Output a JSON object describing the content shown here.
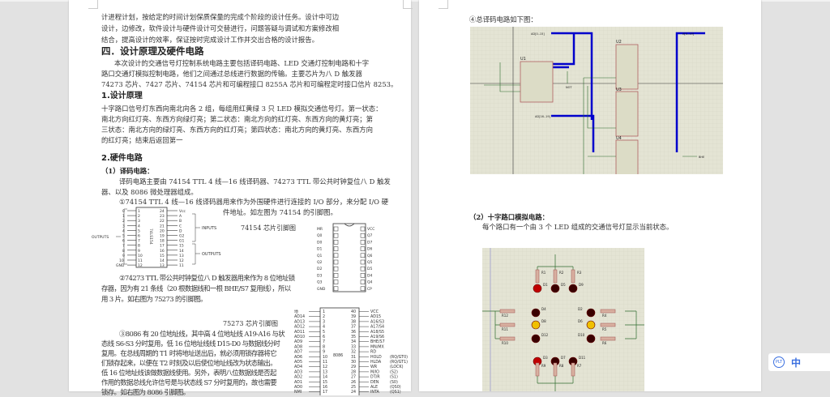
{
  "page1": {
    "intro_lines": [
      "计进程计划，按给定的时间计划保质保量的完成个阶段的设计任务。设计中可边",
      "设计，边修改，软件设计与硬件设计可交替进行，问题答疑与调试和方案修改相",
      "结合，提高设计的效率，保证按时完成设计工作并交出合格的设计报告。"
    ],
    "section_title": "四．设计原理及硬件电路",
    "section_lines": [
      "本次设计的交通信号灯控制系统电路主要包括译码电路、LED 交通灯控制电路和十字",
      "路口交通灯模拟控制电路，他们之间通过总线进行数据的传输。主要芯片为八 D 触发器",
      "74273 芯片、7427 芯片、74154 芯片和可编程接口 8255A 芯片和可编程定时接口信片 8253。"
    ],
    "sub1_title": "1.设计原理",
    "sub1_lines": [
      "十字路口信号灯东西向南北向各 2 组，每组用红黄绿 3 只 LED 模拟交通信号灯。第一状态：",
      "南北方向红灯亮、东西方向绿灯亮；第二状态：南北方向的红灯亮、东西方向的黄灯亮；第",
      "三状态：南北方向的绿灯亮、东西方向的红灯亮；第四状态：南北方向的黄灯亮、东西方向",
      "的红灯亮；结束后返回第一"
    ],
    "sub2_title": "2.硬件电路",
    "decoder_title": "（1）译码电路：",
    "decoder_lines": [
      "译码电路主要由 74154 TTL 4 线—16 线译码器、74273 TTL 带公共时钟复位八 D 触发",
      "器、以及 8086 微处理器组成。",
      "①74154 TTL 4 线—16 线译码器用来作为外围硬件进行连接的 I/O 部分，来分配 I/O 硬",
      "件地址。如左图为 74154 的引脚图。"
    ],
    "caption_74154": "74154 芯片引脚图",
    "item2_lines": [
      "②74273 TTL 带公共时钟复位八 D 触发器用来作为 8 位地址锁",
      "存器，因为有 21 条线（20 根数据线和一根 BHE/S7 复用线），所以",
      "用 3 片。如右图为 75273 的引脚图。"
    ],
    "caption_75273": "75273 芯片引脚图",
    "item3_lines": [
      "③8086 有 20 位地址线，其中高 4 位地址线 A19-A16 与状",
      "态线 S6-S3 分时复用，低 16 位地址线线 D15-D0 与数据线分时",
      "复用。在总线周期的 T1 时将地址送出后，就必须用锁存器将它",
      "们锁存起来，以便在 T2 时刻及以后使位地址线改为状态输出。",
      "低 16 位地址线该做数据线使用。另外，表明八位数据线是否起",
      "作用的数据总线允许信号是与状态线 S7 分时复用的，故也需要",
      "锁存。如右图为 8086 引脚图。"
    ],
    "chip_74154": {
      "name": "74LS154",
      "left_pins": [
        "0",
        "1",
        "2",
        "3",
        "4",
        "5",
        "6",
        "7",
        "8",
        "9",
        "10",
        "GND"
      ],
      "right_pins": [
        "Vcc",
        "A",
        "B",
        "C",
        "D",
        "G2",
        "G1",
        "15",
        "14",
        "13",
        "12",
        "11"
      ],
      "label_outputs": "OUTPUTS",
      "label_inputs": "INPUTS"
    },
    "chip_74273": {
      "left_pins": [
        "MR",
        "Q0",
        "D0",
        "D1",
        "Q1",
        "Q2",
        "D2",
        "D3",
        "Q3",
        "GND"
      ],
      "right_pins": [
        "VCC",
        "Q7",
        "D7",
        "D6",
        "Q6",
        "Q5",
        "D5",
        "D4",
        "Q4",
        "CP"
      ]
    },
    "chip_8086": {
      "name": "8086",
      "left_pins": [
        "地",
        "AD14",
        "AD13",
        "AD12",
        "AD11",
        "AD10",
        "AD9",
        "AD8",
        "AD7",
        "AD6",
        "AD5",
        "AD4",
        "AD3",
        "AD2",
        "AD1",
        "AD0",
        "NMI"
      ],
      "right_pins": [
        "VCC",
        "AD15",
        "A16/S3",
        "A17/S4",
        "A18/S5",
        "A19/S6",
        "BHE/S7",
        "MN/MX",
        "RD",
        "HOLD",
        "HLDA",
        "WR",
        "M/IO",
        "DT/R",
        "DEN",
        "ALE",
        "INTA"
      ],
      "right_alt": [
        "",
        "",
        "",
        "",
        "",
        "",
        "",
        "",
        "",
        "(RQ/GT0)",
        "(RQ/GT1)",
        "(LOCK)",
        "(S2)",
        "(S1)",
        "(S0)",
        "(QS0)",
        "(QS1)"
      ]
    }
  },
  "page2": {
    "item4": "④总译码电路如下图：",
    "crossroad_title": "（2）十字路口模拟电路：",
    "crossroad_line": "每个路口有一个由 3 个 LED 组成的交通信号灯显示当前状态。",
    "decoder_circuit": {
      "chips": [
        "U1",
        "U2",
        "U3",
        "U4"
      ],
      "bus_labels": [
        "AD[0..15]",
        "A[0..19]",
        "AD[16..19]"
      ],
      "ports": [
        "BHE"
      ],
      "gate": "NOT"
    },
    "led_circuit": {
      "leds": [
        "D1",
        "D5",
        "D9",
        "D4",
        "D8",
        "D12",
        "D2",
        "D6",
        "D10",
        "D3",
        "D7",
        "D11"
      ],
      "resistors": [
        "R1",
        "R2",
        "R3",
        "R12",
        "R11",
        "R10",
        "R4",
        "R5",
        "R6",
        "R9",
        "R8",
        "R7"
      ]
    }
  },
  "floating_toolbar": {
    "badge": "PLT",
    "lang": "中"
  },
  "colors": {
    "background": "#e2e2e2",
    "page": "#ffffff",
    "schematic_grid": "#dcdccc",
    "bus": "#0000cc",
    "wire": "#2e6b2e",
    "chip": "#c08080",
    "led_red": "#c00000",
    "led_yellow": "#f0c000",
    "accent": "#3a6fe0"
  }
}
